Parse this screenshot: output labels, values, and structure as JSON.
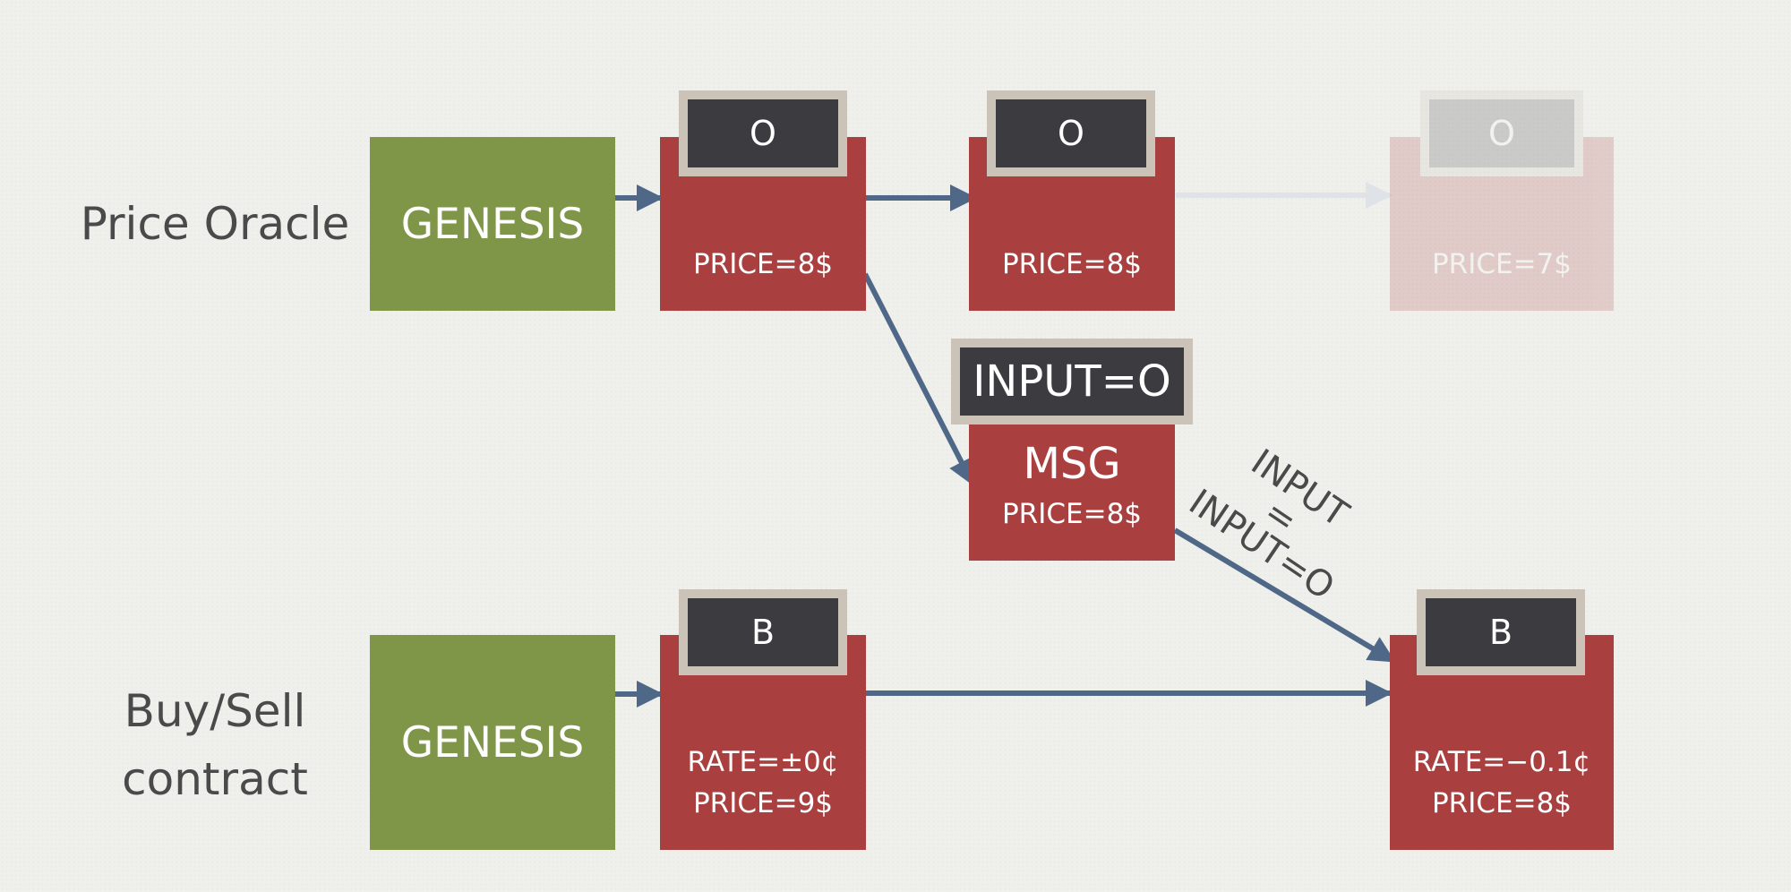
{
  "rows": {
    "oracle_label": "Price Oracle",
    "contract_label_line1": "Buy/Sell",
    "contract_label_line2": "contract"
  },
  "oracle": {
    "genesis": "GENESIS",
    "block1": {
      "tag": "O",
      "text": "PRICE=8$"
    },
    "block2": {
      "tag": "O",
      "text": "PRICE=8$"
    },
    "block3": {
      "tag": "O",
      "text": "PRICE=7$"
    }
  },
  "message": {
    "tag": "INPUT=O",
    "title": "MSG",
    "text": "PRICE=8$"
  },
  "note": {
    "line1": "INPUT",
    "line2": "=",
    "line3": "INPUT=O"
  },
  "contract": {
    "genesis": "GENESIS",
    "block1": {
      "tag": "B",
      "line1": "RATE=±0¢",
      "line2": "PRICE=9$"
    },
    "block2": {
      "tag": "B",
      "line1": "RATE=−0.1¢",
      "line2": "PRICE=8$"
    }
  },
  "colors": {
    "genesis": "#7f9547",
    "block": "#a9403f",
    "tag": "#3b3b40",
    "tag_border": "#cbc3b8",
    "arrow": "#4f6887"
  }
}
